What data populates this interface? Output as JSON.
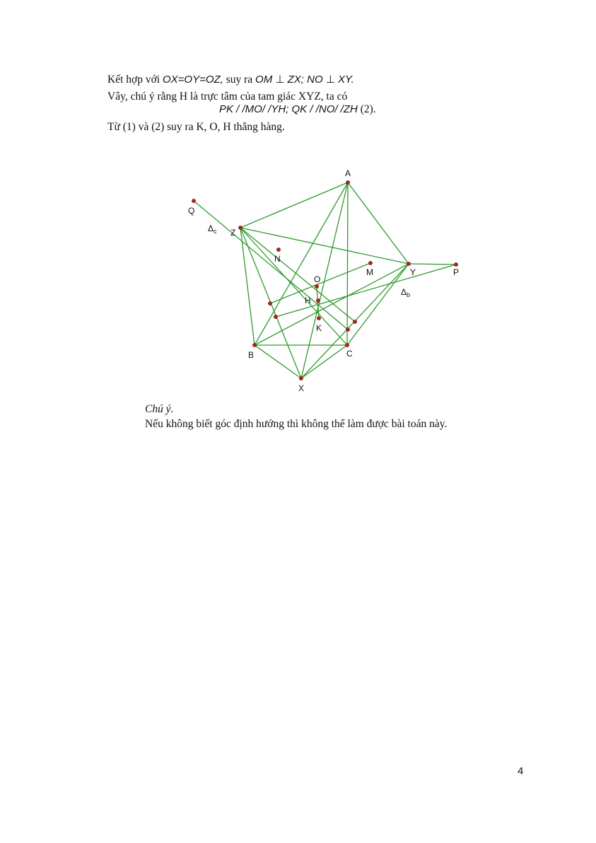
{
  "text": {
    "line1": {
      "prefix": "Kết hợp với ",
      "math1": "OX=OY=OZ,",
      "middle": " suy ra ",
      "math2": "OM ⊥ ZX; NO ⊥ XY."
    },
    "line2": "Vây, chú ý rằng H là trực tâm của tam giác XYZ, ta có",
    "line3": {
      "math": "PK / /MO/ /YH; QK / /NO/ /ZH",
      "suffix": " (2)."
    },
    "line4": "Từ (1) và (2) suy ra K, O, H thẳng hàng."
  },
  "figure": {
    "labels": {
      "A": "A",
      "B": "B",
      "C": "C",
      "X": "X",
      "Y": "Y",
      "Z": "Z",
      "M": "M",
      "N": "N",
      "O": "O",
      "H": "H",
      "K": "K",
      "P": "P",
      "Q": "Q",
      "delta_c": "Δ",
      "delta_c_sub": "c",
      "delta_b": "Δ",
      "delta_b_sub": "b"
    },
    "line_color": "#2e9b2e",
    "point_color": "#b52020"
  },
  "note": {
    "title": "Chú ý.",
    "body": "Nếu không biết góc định hướng thì không thể làm được bài toán này."
  },
  "page_number": "4"
}
